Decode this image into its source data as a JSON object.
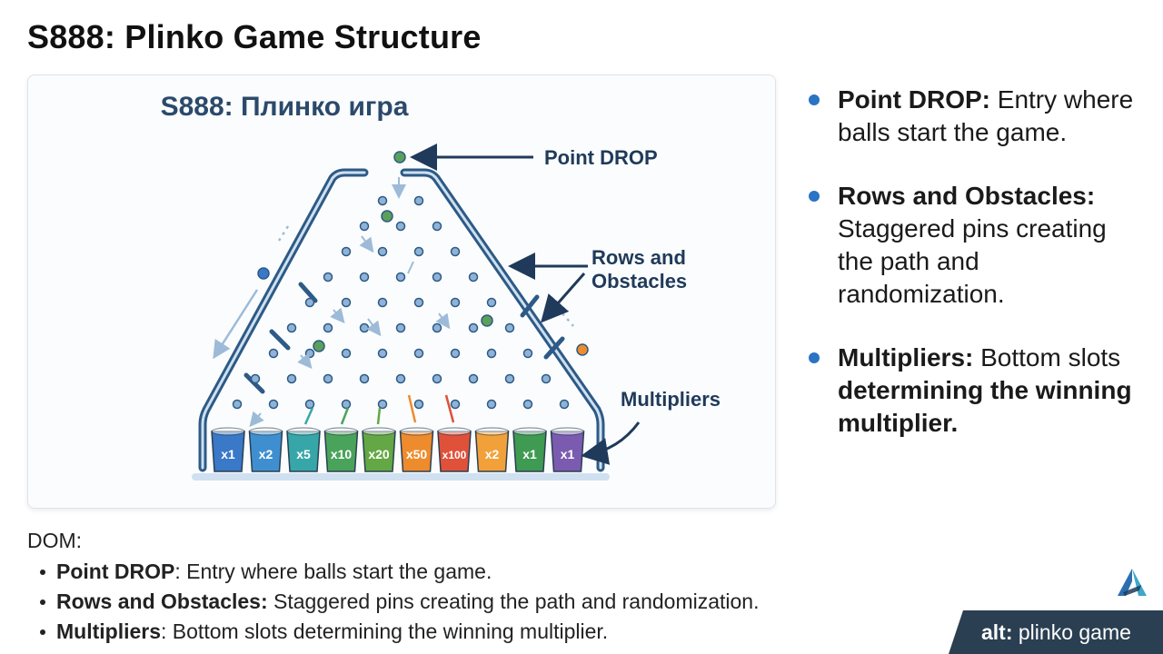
{
  "page": {
    "title": "S888: Plinko Game Structure"
  },
  "figure": {
    "title": "S888: Плинко игра",
    "callouts": {
      "drop": "Point DROP",
      "rows_line1": "Rows and",
      "rows_line2": "Obstacles",
      "multipliers": "Multipliers"
    },
    "slots": [
      {
        "label": "x1",
        "color": "#3a78c8"
      },
      {
        "label": "x2",
        "color": "#3f8fd0"
      },
      {
        "label": "x5",
        "color": "#37a6a8"
      },
      {
        "label": "x10",
        "color": "#4aa35a"
      },
      {
        "label": "x20",
        "color": "#63a844"
      },
      {
        "label": "x50",
        "color": "#ee8b2c"
      },
      {
        "label": "x100",
        "color": "#e0513a"
      },
      {
        "label": "x2",
        "color": "#f2a13a"
      },
      {
        "label": "x1",
        "color": "#3f9a52"
      },
      {
        "label": "x1",
        "color": "#7b5bb0"
      }
    ],
    "colors": {
      "frame": "#2d5a86",
      "pin": "#8fb3d6",
      "ball_green": "#5aa05a",
      "ball_blue": "#3a78c8",
      "ball_orange": "#ee8b2c",
      "arrow": "#1f3a5a"
    }
  },
  "bullets": [
    {
      "term": "Point DROP:",
      "desc": "Entry where balls start the game."
    },
    {
      "term": "Rows and Obstacles:",
      "desc": "Staggered pins creating the path and randomization."
    },
    {
      "term": "Multipliers:",
      "desc_plain": "Bottom slots",
      "desc_bold": "determining the winning multiplier."
    }
  ],
  "dom": {
    "label": "DOM:",
    "items": [
      {
        "term": "Point DROP",
        "desc": ": Entry where balls start the game."
      },
      {
        "term": "Rows and Obstacles:",
        "desc": " Staggered pins creating the path and randomization."
      },
      {
        "term": "Multipliers",
        "desc": ": Bottom slots determining the winning multiplier."
      }
    ]
  },
  "badge": {
    "prefix": "alt:",
    "text": " plinko game"
  },
  "logo": {
    "icon": "brand-logo-icon",
    "colors": [
      "#2c6fb0",
      "#3fa7c9",
      "#1f3a5a"
    ]
  }
}
